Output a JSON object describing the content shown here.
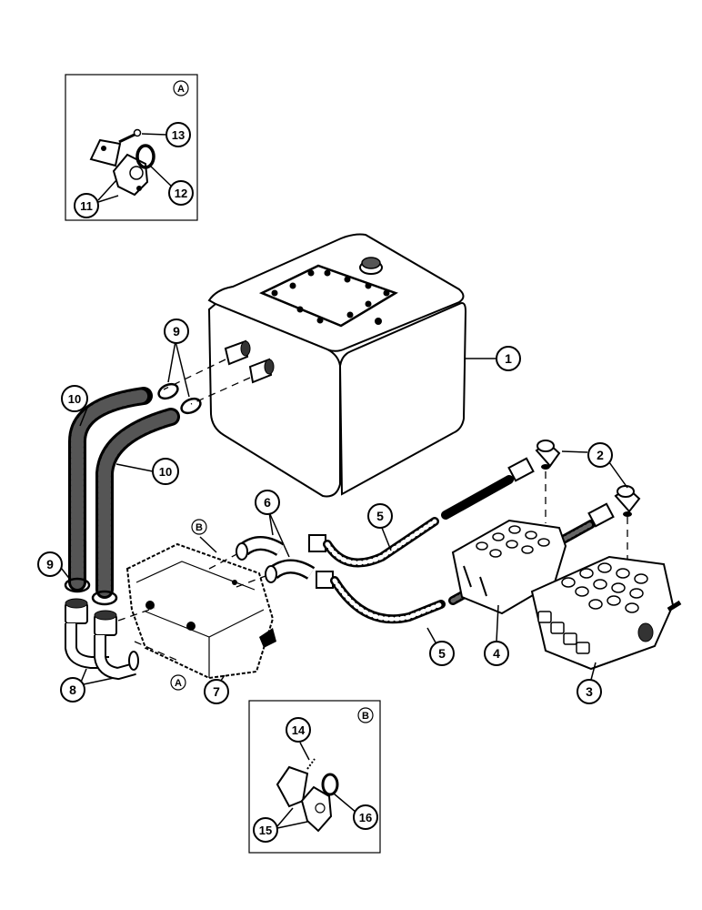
{
  "callouts": {
    "c1": "1",
    "c2": "2",
    "c3": "3",
    "c4": "4",
    "c5a": "5",
    "c5b": "5",
    "c6": "6",
    "c7": "7",
    "c8": "8",
    "c9a": "9",
    "c9b": "9",
    "c10a": "10",
    "c10b": "10",
    "c11": "11",
    "c12": "12",
    "c13": "13",
    "c14": "14",
    "c15": "15",
    "c16": "16"
  },
  "detail_tags": {
    "inset_a": "A",
    "inset_b": "B",
    "pump_a": "A",
    "pump_b": "B"
  }
}
